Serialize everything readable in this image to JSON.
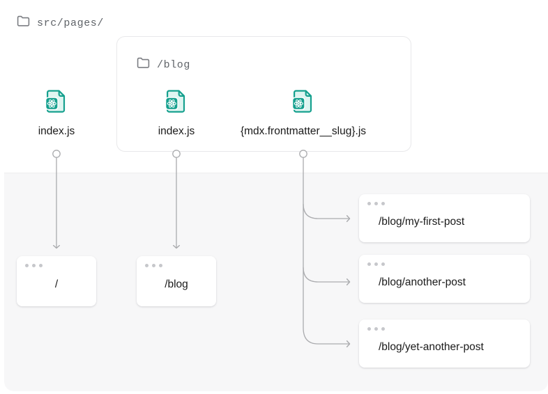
{
  "diagram": {
    "title_hidden": "",
    "colors": {
      "accent_teal": "#15a08e",
      "icon_fill_light": "#dff5f1",
      "page_background": "#ffffff",
      "lower_background": "#f7f7f8",
      "connector_line": "#aaabae",
      "folder_label": "#5f6368",
      "card_dot": "#c6c7cb",
      "text": "#1a1a1a"
    },
    "folders": [
      {
        "id": "root",
        "icon": "folder-icon",
        "label": "src/pages/"
      },
      {
        "id": "blog",
        "icon": "folder-icon",
        "label": "/blog"
      }
    ],
    "files": [
      {
        "id": "root-index",
        "icon": "react-file-icon",
        "label": "index.js"
      },
      {
        "id": "blog-index",
        "icon": "react-file-icon",
        "label": "index.js"
      },
      {
        "id": "blog-slug",
        "icon": "react-file-icon",
        "label": "{mdx.frontmatter__slug}.js"
      }
    ],
    "pages": [
      {
        "id": "page-root",
        "url": "/"
      },
      {
        "id": "page-blog",
        "url": "/blog"
      },
      {
        "id": "page-post-1",
        "url": "/blog/my-first-post"
      },
      {
        "id": "page-post-2",
        "url": "/blog/another-post"
      },
      {
        "id": "page-post-3",
        "url": "/blog/yet-another-post"
      }
    ],
    "edges": [
      {
        "from": "root-index",
        "to": "page-root"
      },
      {
        "from": "blog-index",
        "to": "page-blog"
      },
      {
        "from": "blog-slug",
        "to": "page-post-1"
      },
      {
        "from": "blog-slug",
        "to": "page-post-2"
      },
      {
        "from": "blog-slug",
        "to": "page-post-3"
      }
    ]
  }
}
